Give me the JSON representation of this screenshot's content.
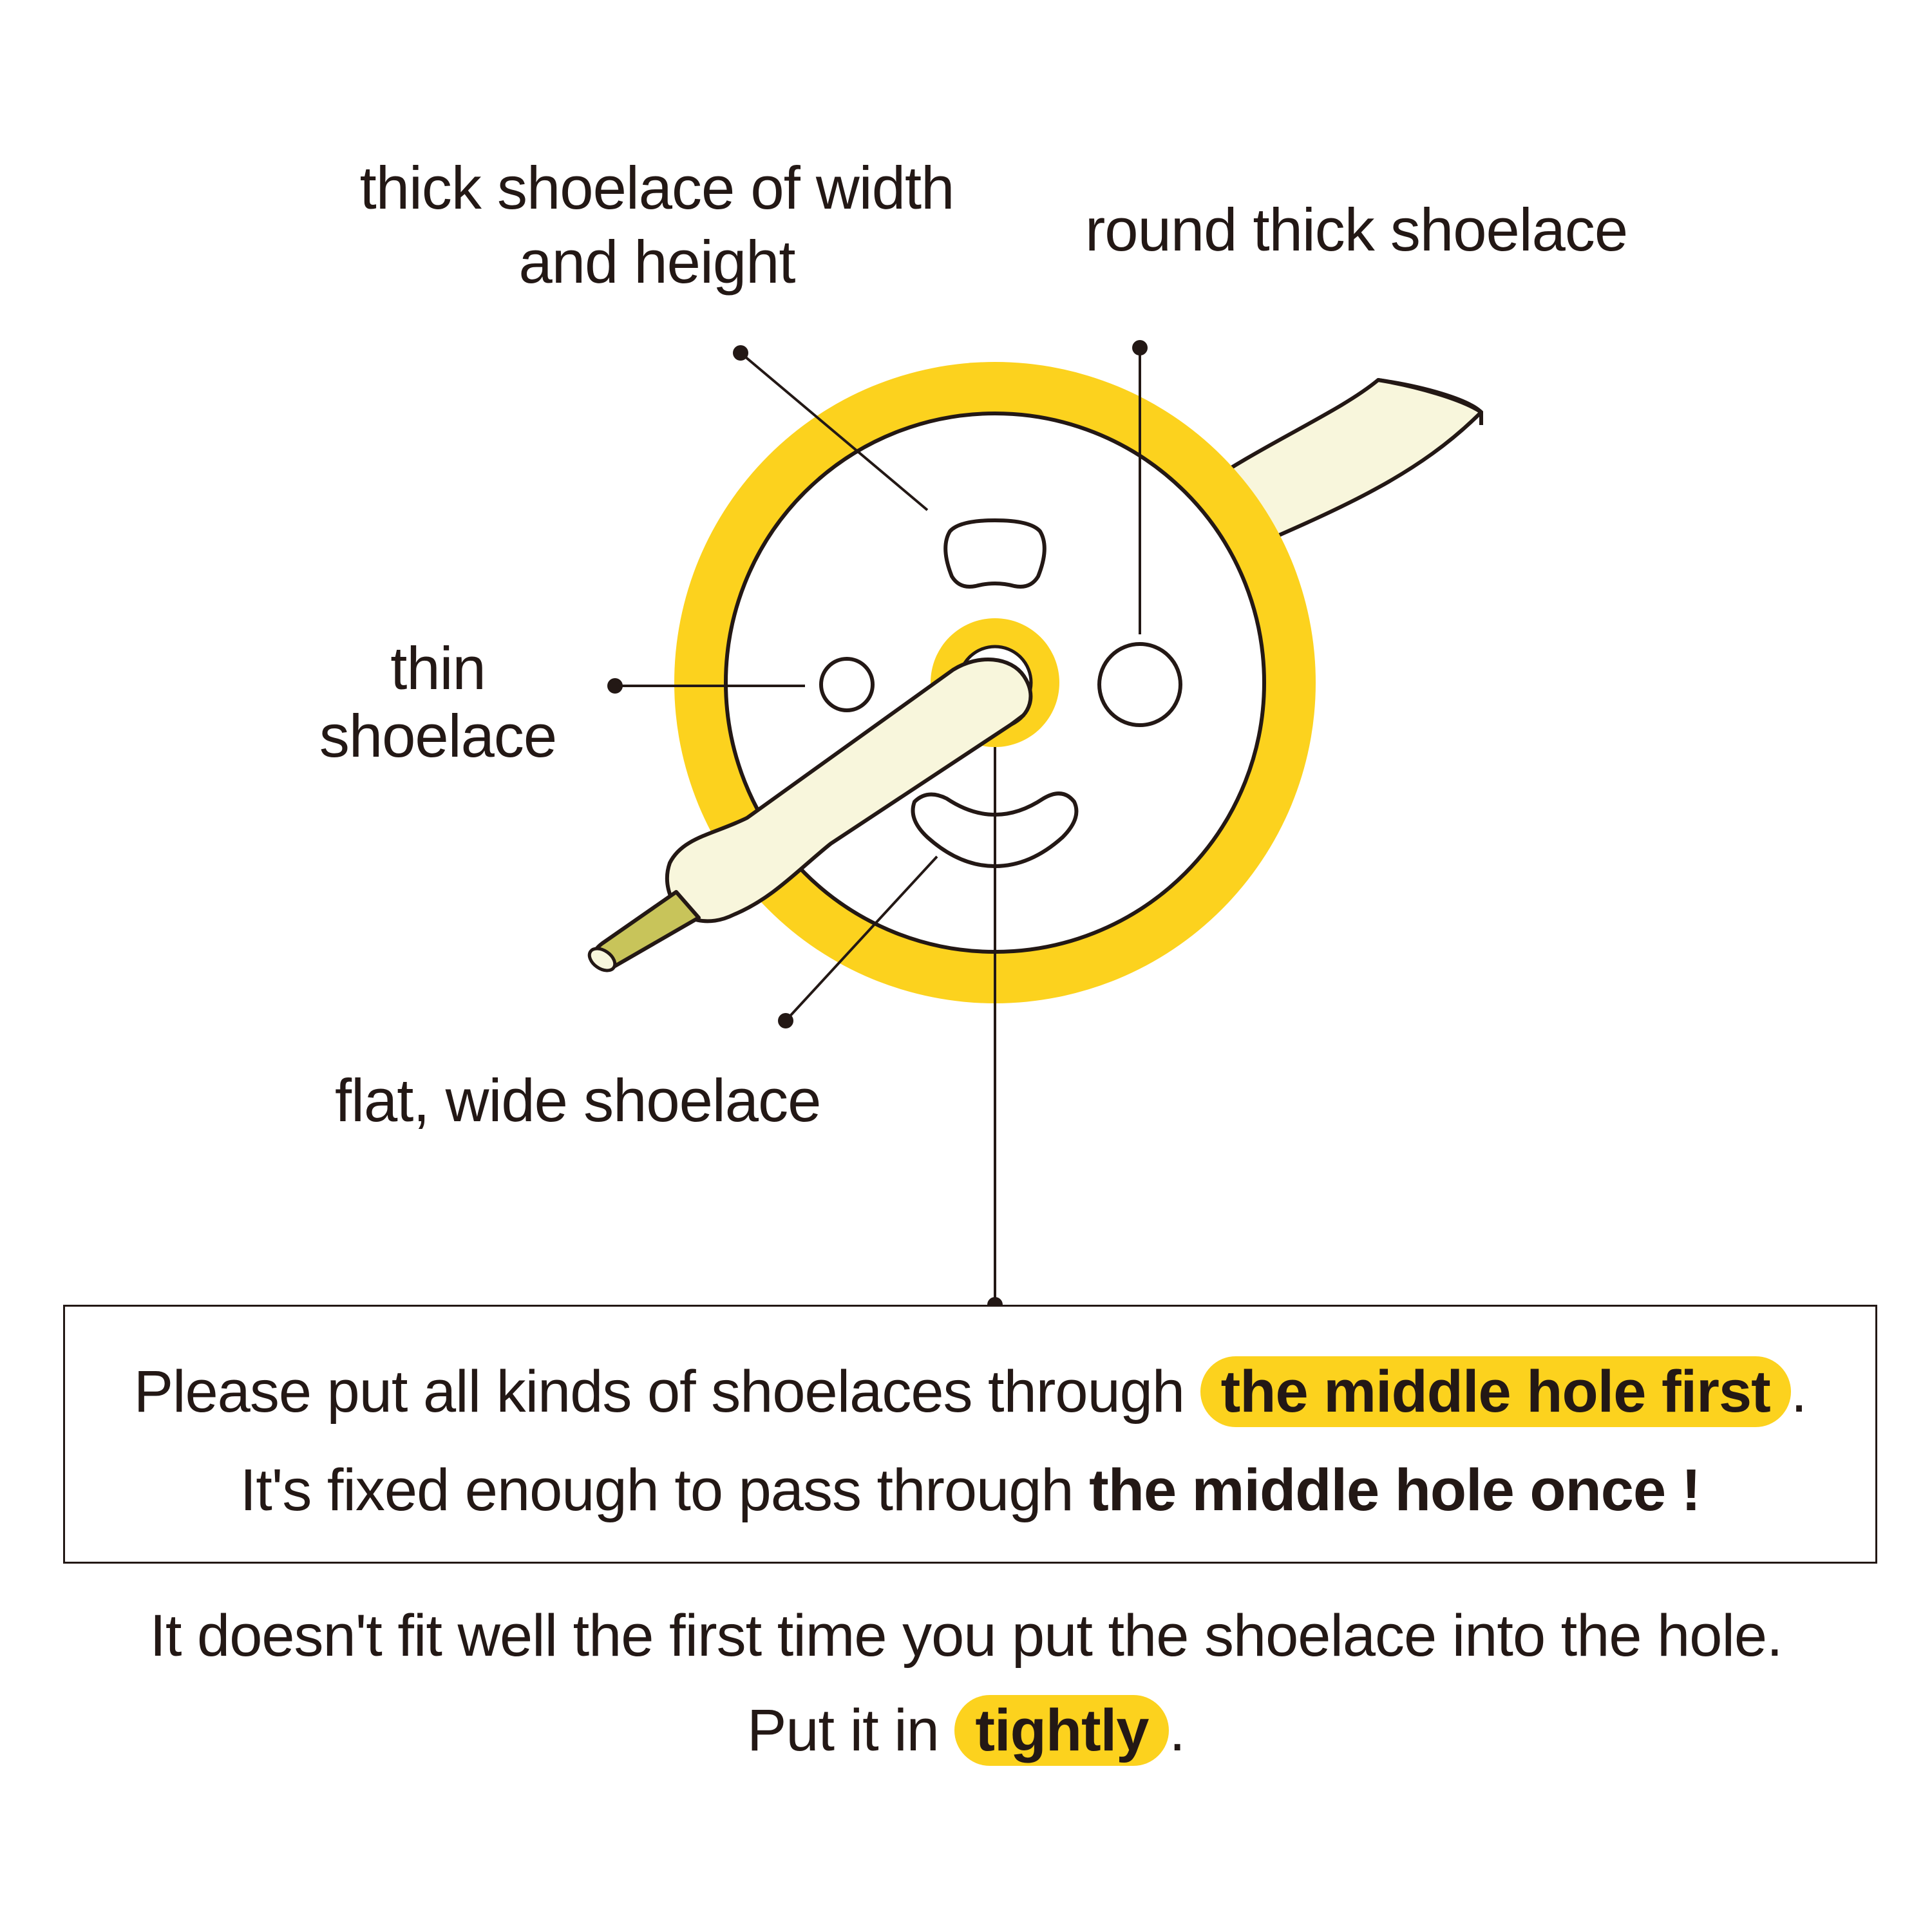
{
  "labels": {
    "thick_width_height_line1": "thick shoelace of width",
    "thick_width_height_line2": "and height",
    "round_thick": "round thick shoelace",
    "thin_line1": "thin",
    "thin_line2": "shoelace",
    "flat_wide": "flat, wide shoelace"
  },
  "box": {
    "line1_prefix": "Please put all kinds of shoelaces through ",
    "line1_highlight": "the middle hole first",
    "line1_suffix": ".",
    "line2_prefix": "It's fixed enough to pass through ",
    "line2_bold": "the middle hole once !"
  },
  "footer": {
    "line1": "It doesn't fit well the first time you put the shoelace into the hole.",
    "line2_prefix": "Put it in ",
    "line2_highlight": "tightly",
    "line2_suffix": "."
  },
  "colors": {
    "yellow": "#fcd21e",
    "ink": "#231815",
    "lace": "#f8f6dc",
    "aglet": "#c8c45a"
  }
}
